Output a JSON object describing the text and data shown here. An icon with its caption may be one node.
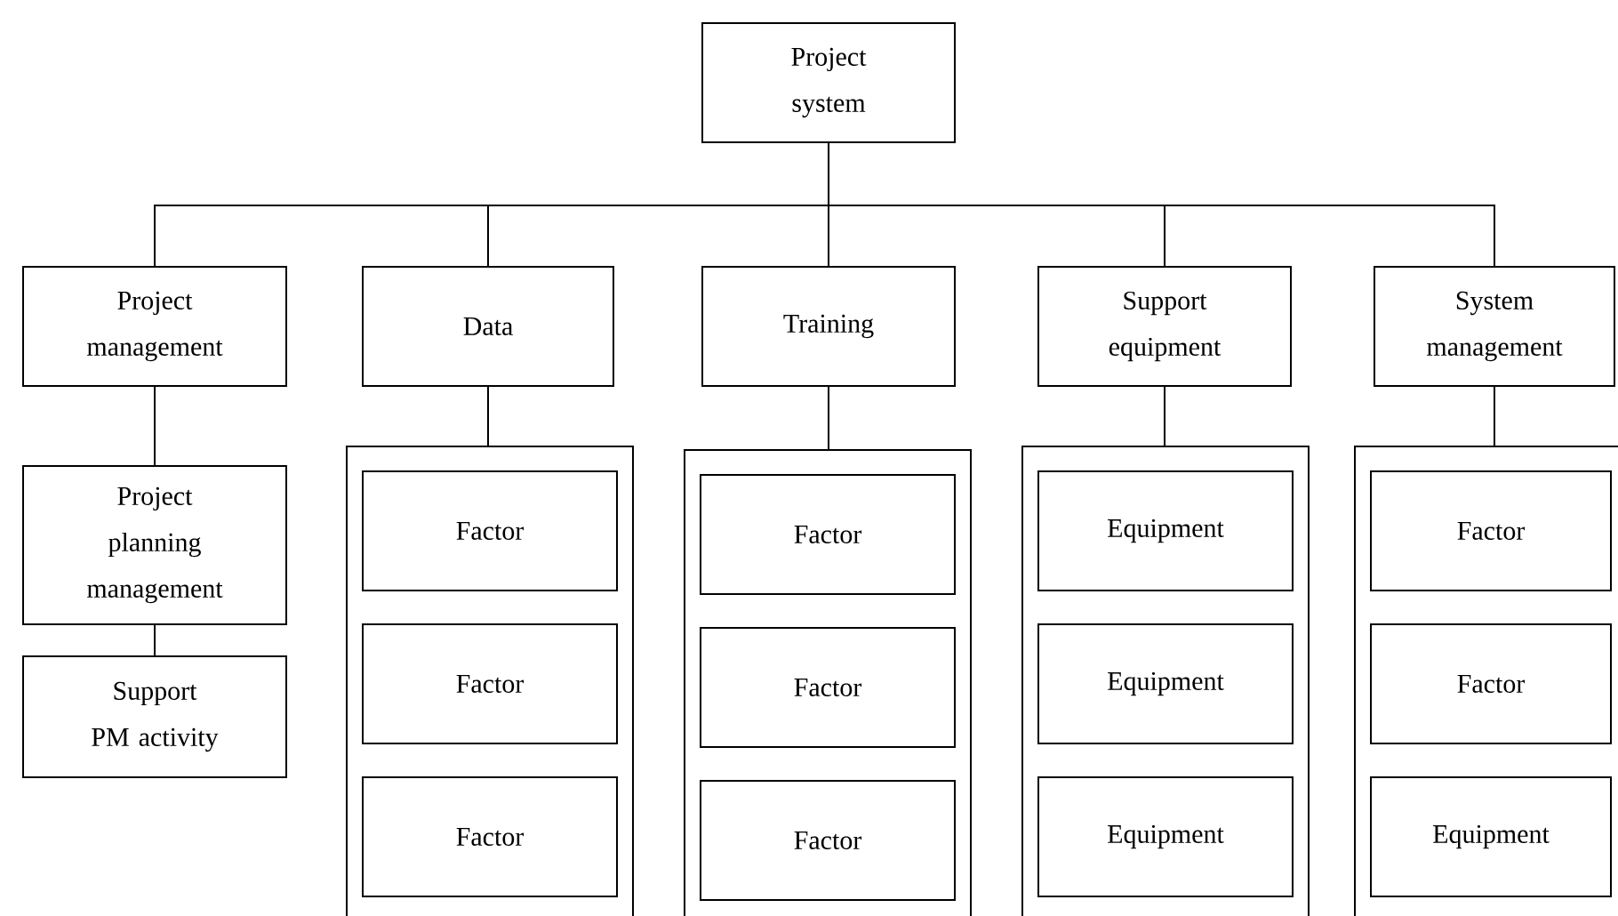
{
  "diagram": {
    "nodes": [
      {
        "text": [
          "Project system"
        ]
      },
      {
        "text": [
          "Project management"
        ]
      },
      {
        "text": [
          "Data"
        ]
      },
      {
        "text": [
          "Training"
        ]
      },
      {
        "text": [
          "Support equipment"
        ]
      },
      {
        "text": [
          "System management"
        ]
      },
      {
        "text": [
          "Project planning management"
        ]
      },
      {
        "text": [
          "Support PM activity"
        ]
      },
      {
        "text": [],
        "shape": "box"
      },
      {
        "text": [
          "Factor"
        ],
        "in": 8
      },
      {
        "text": [
          "Factor"
        ],
        "in": 8
      },
      {
        "text": [
          "Factor"
        ],
        "in": 8
      },
      {
        "text": [],
        "shape": "box"
      },
      {
        "text": [
          "Factor"
        ],
        "in": 12
      },
      {
        "text": [
          "Factor"
        ],
        "in": 12
      },
      {
        "text": [
          "Factor"
        ],
        "in": 12
      },
      {
        "text": [],
        "shape": "box"
      },
      {
        "text": [
          "Equipment"
        ],
        "in": 16
      },
      {
        "text": [
          "Equipment"
        ],
        "in": 16
      },
      {
        "text": [
          "Equipment"
        ],
        "in": 16
      },
      {
        "text": [],
        "shape": "box"
      },
      {
        "text": [
          "Factor"
        ],
        "in": 20
      },
      {
        "text": [
          "Factor"
        ],
        "in": 20
      },
      {
        "text": [
          "Equipment"
        ],
        "in": 20
      }
    ],
    "edges": [
      {
        "from": 0,
        "to": 1,
        "arrow": "none"
      },
      {
        "from": 0,
        "to": 2,
        "arrow": "none"
      },
      {
        "from": 0,
        "to": 3,
        "arrow": "none"
      },
      {
        "from": 0,
        "to": 4,
        "arrow": "none"
      },
      {
        "from": 0,
        "to": 5,
        "arrow": "none"
      },
      {
        "from": 1,
        "to": 6,
        "arrow": "none"
      },
      {
        "from": 6,
        "to": 7,
        "arrow": "none"
      },
      {
        "from": 2,
        "to": 8,
        "arrow": "none"
      },
      {
        "from": 3,
        "to": 12,
        "arrow": "none"
      },
      {
        "from": 4,
        "to": 16,
        "arrow": "none"
      },
      {
        "from": 5,
        "to": 20,
        "arrow": "none"
      }
    ]
  }
}
